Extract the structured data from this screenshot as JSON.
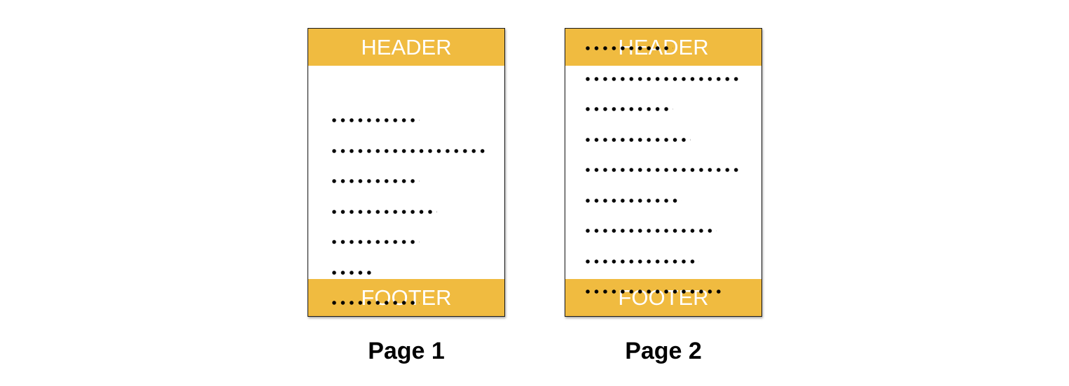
{
  "pages": [
    {
      "header": "HEADER",
      "footer": "FOOTER",
      "caption": "Page 1",
      "line_dot_counts": [
        10,
        18,
        10,
        12,
        10,
        5,
        10
      ]
    },
    {
      "header": "HEADER",
      "footer": "FOOTER",
      "caption": "Page 2",
      "line_dot_counts": [
        10,
        18,
        10,
        12,
        18,
        11,
        15,
        13,
        16
      ]
    }
  ],
  "colors": {
    "band": "#f0bb40",
    "band_text": "#ffffff",
    "dots": "#000000"
  }
}
